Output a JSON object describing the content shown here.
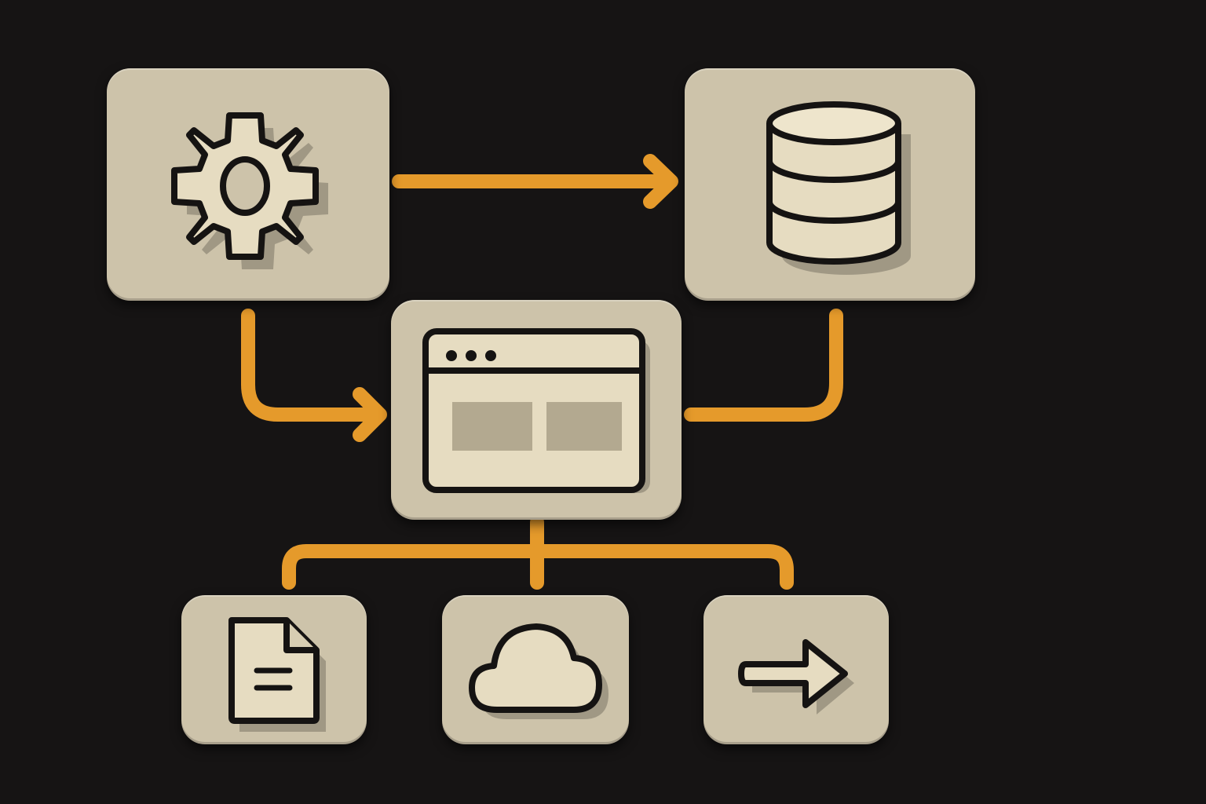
{
  "colors": {
    "background": "#161414",
    "tile": "#cdc3aa",
    "icon_fill": "#e6dcc1",
    "icon_stroke": "#151312",
    "connector": "#e59a2b",
    "panel_block": "#b3a990"
  },
  "nodes": [
    {
      "id": "settings",
      "icon": "gear-icon"
    },
    {
      "id": "database",
      "icon": "database-icon"
    },
    {
      "id": "application",
      "icon": "browser-window-icon"
    },
    {
      "id": "document",
      "icon": "document-icon"
    },
    {
      "id": "cloud",
      "icon": "cloud-icon"
    },
    {
      "id": "output",
      "icon": "arrow-right-icon"
    }
  ],
  "edges": [
    {
      "from": "settings",
      "to": "database",
      "arrowhead": true
    },
    {
      "from": "settings",
      "to": "application",
      "arrowhead": true
    },
    {
      "from": "database",
      "to": "application",
      "arrowhead": false
    },
    {
      "from": "application",
      "to": "document",
      "arrowhead": false
    },
    {
      "from": "application",
      "to": "cloud",
      "arrowhead": false
    },
    {
      "from": "application",
      "to": "output",
      "arrowhead": false
    }
  ]
}
